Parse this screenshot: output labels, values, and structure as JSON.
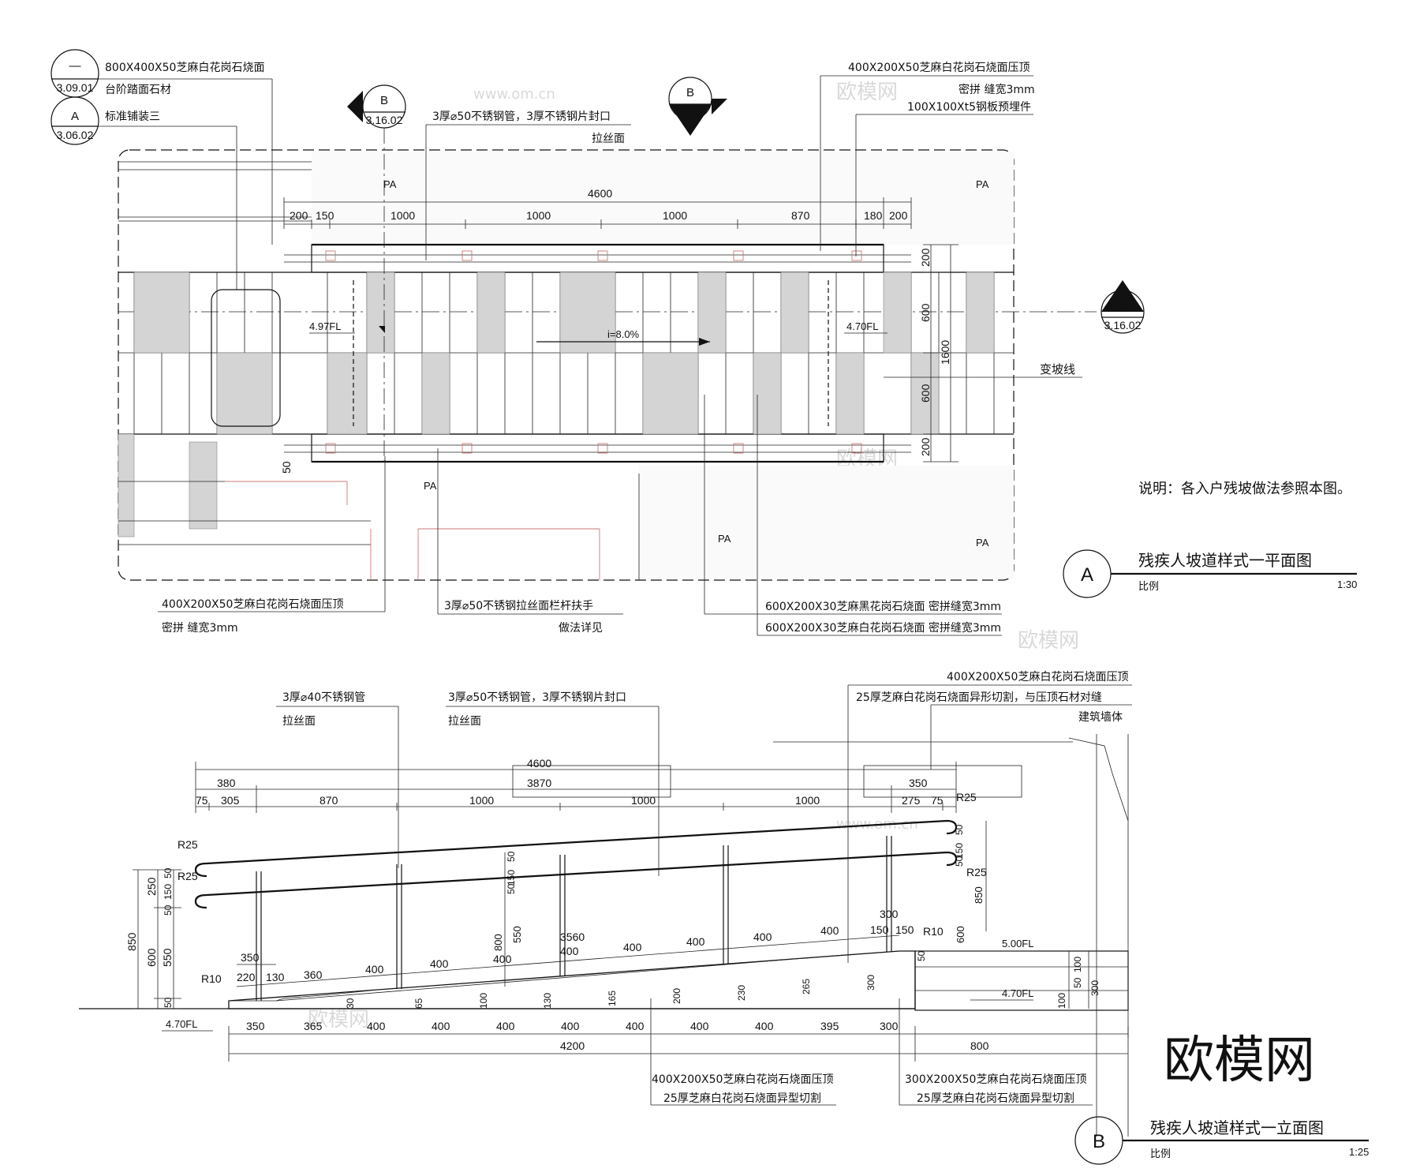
{
  "plan": {
    "title": "残疾人坡道样式一平面图",
    "scale_label": "比例",
    "scale": "1:30",
    "symbol": "A",
    "note": "说明：各入户残坡做法参照本图。",
    "refs": [
      {
        "top": "—",
        "bottom": "3.09.01"
      },
      {
        "top": "A",
        "bottom": "3.06.02"
      }
    ],
    "section_marks": [
      {
        "top": "B",
        "bottom": "3.16.02"
      },
      {
        "top": "B",
        "bottom": "—"
      },
      {
        "top": "A",
        "bottom": "3.16.02"
      }
    ],
    "callouts_top_left": [
      "800X400X50芝麻白花岗石烧面",
      "台阶踏面石材",
      "标准铺装三"
    ],
    "callouts_top_mid": [
      "3厚⌀50不锈钢管，3厚不锈钢片封口",
      "拉丝面"
    ],
    "callouts_top_right": [
      "400X200X50芝麻白花岗石烧面压顶",
      "密拼 缝宽3mm",
      "100X100Xt5钢板预埋件"
    ],
    "callouts_bottom_left": [
      "400X200X50芝麻白花岗石烧面压顶",
      "密拼 缝宽3mm"
    ],
    "callouts_bottom_mid": [
      "3厚⌀50不锈钢拉丝面栏杆扶手",
      "做法详见"
    ],
    "callouts_bottom_right": [
      "600X200X30芝麻黑花岗石烧面 密拼缝宽3mm",
      "600X200X30芝麻白花岗石烧面 密拼缝宽3mm"
    ],
    "total_dim": "4600",
    "dims": [
      "200",
      "150",
      "1000",
      "1000",
      "1000",
      "870",
      "180",
      "200"
    ],
    "vdims": [
      "200",
      "600",
      "1600",
      "600",
      "200"
    ],
    "left_dim": "50",
    "levels": [
      "4.97FL",
      "4.70FL"
    ],
    "slope": "i=8.0%",
    "slope_change": "变坡线",
    "pa": "PA"
  },
  "elev": {
    "title": "残疾人坡道样式一立面图",
    "scale_label": "比例",
    "scale": "1:25",
    "symbol": "B",
    "callouts_left": [
      "3厚⌀40不锈钢管",
      "拉丝面"
    ],
    "callouts_mid": [
      "3厚⌀50不锈钢管，3厚不锈钢片封口",
      "拉丝面"
    ],
    "callouts_right": [
      "400X200X50芝麻白花岗石烧面压顶",
      "25厚芝麻白花岗石烧面异形切割，与压顶石材对缝",
      "建筑墙体"
    ],
    "callouts_bottom_a": [
      "400X200X50芝麻白花岗石烧面压顶",
      "25厚芝麻白花岗石烧面异型切割"
    ],
    "callouts_bottom_b": [
      "300X200X50芝麻白花岗石烧面压顶",
      "25厚芝麻白花岗石烧面异型切割"
    ],
    "top_dims": {
      "d4600": "4600",
      "d380": "380",
      "d3870": "3870",
      "d350": "350",
      "row": [
        "75",
        "305",
        "870",
        "1000",
        "1000",
        "1000",
        "275",
        "75"
      ]
    },
    "bottom_dims": [
      "350",
      "365",
      "400",
      "400",
      "400",
      "400",
      "400",
      "400",
      "400",
      "395",
      "300"
    ],
    "total_bottom": "4200",
    "d800": "800",
    "step_dims": [
      "350",
      "220",
      "130",
      "360",
      "400",
      "400",
      "400",
      "3560",
      "400",
      "400",
      "400",
      "400",
      "400",
      "300",
      "150",
      "150"
    ],
    "left_vdims": [
      "850",
      "600",
      "250",
      "550",
      "50",
      "50",
      "150",
      "50"
    ],
    "rise_dims": [
      "30",
      "65",
      "100",
      "130",
      "165",
      "200",
      "230",
      "265",
      "300"
    ],
    "mid_vdims": [
      "800",
      "550",
      "50",
      "150",
      "50"
    ],
    "right_vdims": [
      "50",
      "150",
      "50",
      "850",
      "600",
      "50",
      "100",
      "50",
      "300",
      "100"
    ],
    "radii": [
      "R25",
      "R25",
      "R10",
      "R10",
      "R25",
      "R25"
    ],
    "levels": [
      "5.00FL",
      "4.70FL",
      "4.70FL"
    ]
  },
  "watermarks": [
    "欧模网",
    "www.om.cn",
    "欧模网"
  ]
}
